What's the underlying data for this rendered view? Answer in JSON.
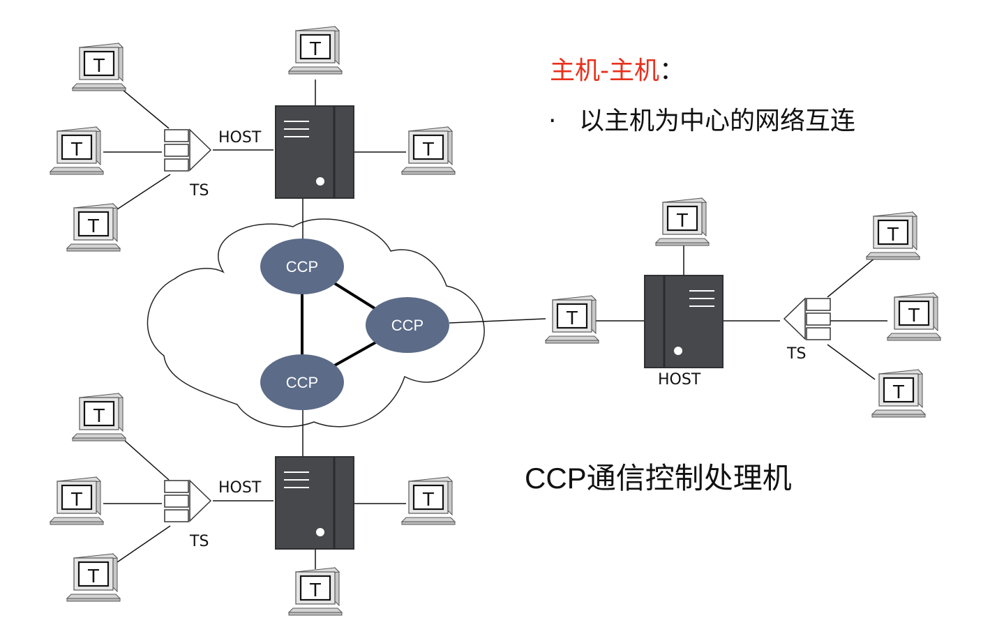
{
  "heading": {
    "part1": "主机-主机",
    "part2": "："
  },
  "bullet": {
    "marker": "·",
    "text": "以主机为中心的网络互连"
  },
  "note": {
    "prefix": "CCP",
    "suffix": "通信控制处理机"
  },
  "labels": {
    "host": "HOST",
    "ts": "TS",
    "ccp": "CCP",
    "terminal": "T"
  },
  "colors": {
    "heading_accent": "#e8301c",
    "ccp_fill": "#5b6b88",
    "host_fill": "#46484c"
  }
}
